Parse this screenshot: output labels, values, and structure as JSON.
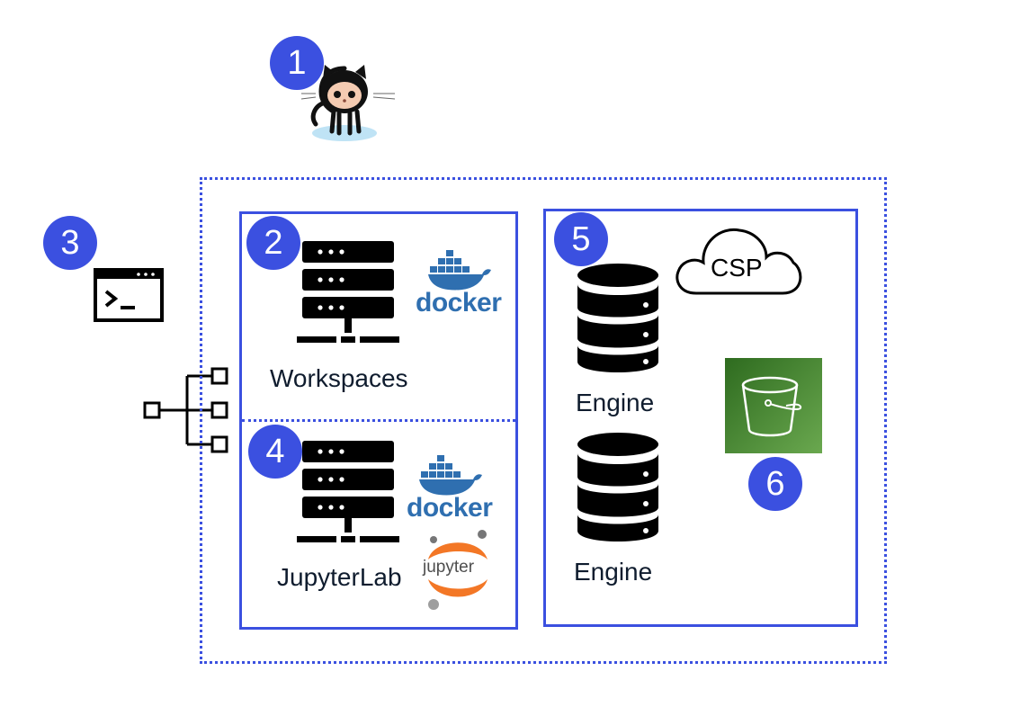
{
  "badges": {
    "b1": "1",
    "b2": "2",
    "b3": "3",
    "b4": "4",
    "b5": "5",
    "b6": "6"
  },
  "labels": {
    "workspaces": "Workspaces",
    "jupyterlab": "JupyterLab",
    "engine_top": "Engine",
    "engine_bottom": "Engine",
    "csp": "CSP"
  },
  "logos": {
    "docker_top": "docker",
    "docker_bottom": "docker",
    "jupyter": "jupyter"
  },
  "icons": {
    "octocat": "github-octocat-icon",
    "terminal": "terminal-window-icon",
    "network": "network-tree-icon",
    "server": "server-rack-icon",
    "database": "database-icon",
    "cloud": "cloud-icon",
    "bucket": "storage-bucket-icon"
  },
  "colors": {
    "accent": "#3b50e0",
    "docker": "#2f6fb0",
    "jupyter_orange": "#f37726",
    "bucket_green": "#4a8a2e"
  }
}
